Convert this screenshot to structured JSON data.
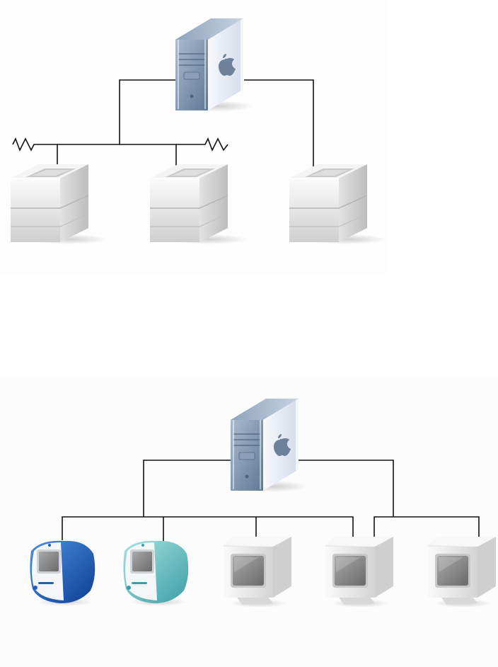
{
  "diagrams": [
    {
      "id": "printer-network",
      "server": "tower-server-icon",
      "clients": [
        "laser-printer-icon",
        "laser-printer-icon",
        "laser-printer-icon"
      ],
      "connection_types": [
        "shared-bus-with-terminators",
        "direct-link"
      ]
    },
    {
      "id": "computer-network",
      "server": "tower-server-icon",
      "clients": [
        "imac-blueberry-icon",
        "imac-bondi-icon",
        "crt-monitor-icon",
        "crt-monitor-icon",
        "crt-monitor-icon"
      ],
      "connection_types": [
        "shared-bus",
        "shared-bus"
      ]
    }
  ],
  "colors": {
    "wire": "#111111",
    "server_body": "#e9eef6",
    "server_side": "#7f97b2",
    "printer_body": "#e6e6e6",
    "imac_blueberry": "#1f5fb8",
    "imac_bondi": "#5cc0c0",
    "monitor_body": "#eeeeee"
  }
}
